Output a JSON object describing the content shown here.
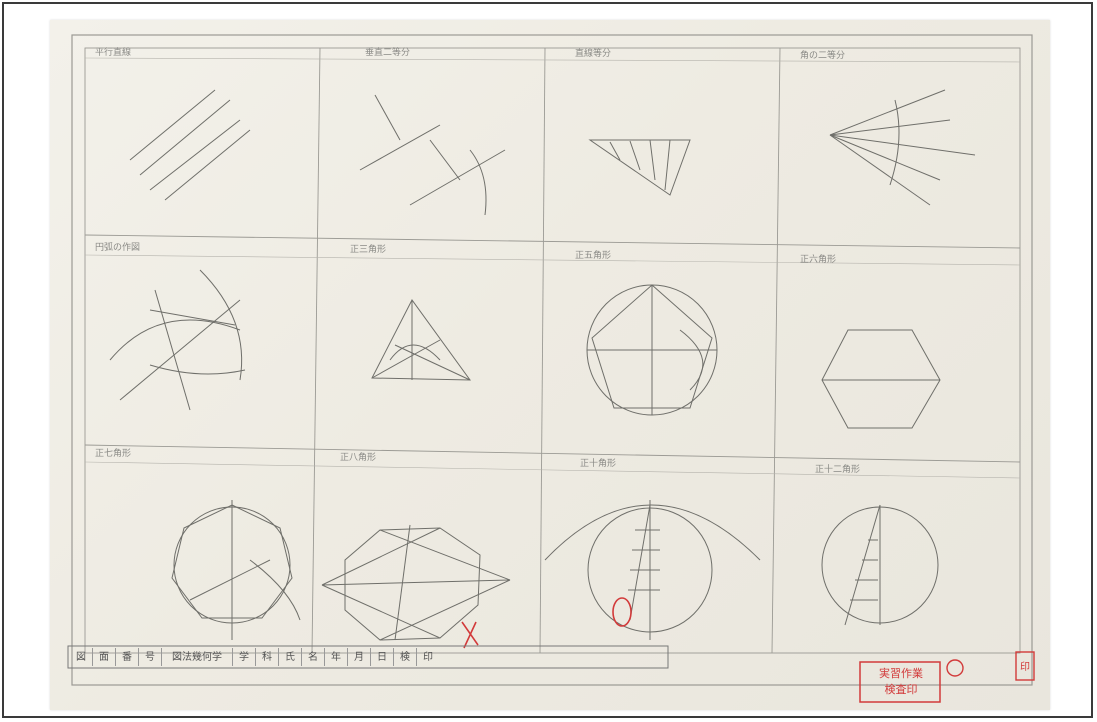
{
  "sheet": {
    "panel_titles": [
      "平行直線",
      "垂直二等分",
      "直線等分",
      "角の二等分",
      "円弧の作図",
      "正三角形",
      "正五角形",
      "正六角形",
      "正七角形",
      "正八角形",
      "正十角形",
      "正十二角形"
    ],
    "title_block": {
      "cells": [
        "図",
        "面",
        "番",
        "号",
        "図法幾何学",
        "学",
        "科",
        "氏",
        "名",
        "年",
        "月",
        "日",
        "検",
        "印"
      ]
    },
    "stamp": {
      "line1": "実習作業",
      "line2": "検査印"
    },
    "corner_seal": "印"
  },
  "colors": {
    "pencil": "#6f6f6a",
    "grid": "#9b9a94",
    "correction": "#d23a3a",
    "paper": "#efece3"
  }
}
